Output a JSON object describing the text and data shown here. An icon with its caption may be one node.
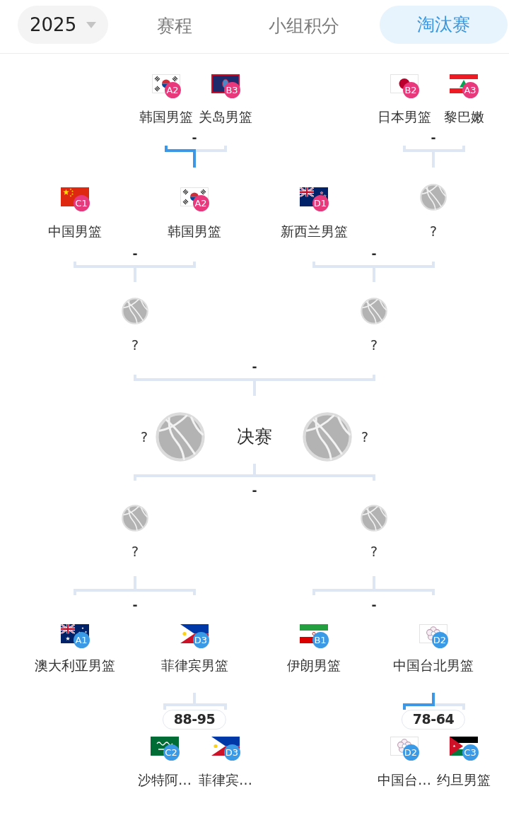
{
  "diagram": {
    "nodes": [
      {
        "text": [
          "A2",
          "韩国男篮"
        ]
      },
      {
        "text": [
          "B3",
          "关岛男篮"
        ]
      },
      {
        "text": [
          "B2",
          "日本男篮"
        ]
      },
      {
        "text": [
          "A3",
          "黎巴嫩"
        ]
      },
      {
        "text": [
          "C1",
          "中国男篮"
        ]
      },
      {
        "text": [
          "A2",
          "韩国男篮"
        ]
      },
      {
        "text": [
          "D1",
          "新西兰男篮"
        ]
      },
      {
        "text": [
          "?"
        ]
      },
      {
        "text": [
          "?"
        ]
      },
      {
        "text": [
          "?"
        ]
      },
      {
        "text": [
          "?"
        ]
      },
      {
        "text": [
          "决赛"
        ]
      },
      {
        "text": [
          "?"
        ]
      },
      {
        "text": [
          "?"
        ]
      },
      {
        "text": [
          "?"
        ]
      },
      {
        "text": [
          "A1",
          "澳大利亚男篮"
        ]
      },
      {
        "text": [
          "D3",
          "菲律宾男篮"
        ]
      },
      {
        "text": [
          "B1",
          "伊朗男篮"
        ]
      },
      {
        "text": [
          "D2",
          "中国台北男篮"
        ]
      },
      {
        "text": [
          "C2",
          "沙特阿…"
        ]
      },
      {
        "text": [
          "D3",
          "菲律宾…"
        ]
      },
      {
        "text": [
          "D2",
          "中国台…"
        ]
      },
      {
        "text": [
          "C3",
          "约旦男篮"
        ]
      }
    ],
    "edges": [
      {
        "from": 0,
        "to": 5,
        "arrow": "none",
        "label": "-",
        "color": "#3d97e4"
      },
      {
        "from": 1,
        "to": 5,
        "arrow": "none"
      },
      {
        "from": 2,
        "to": 7,
        "arrow": "none",
        "label": "-"
      },
      {
        "from": 3,
        "to": 7,
        "arrow": "none"
      },
      {
        "from": 4,
        "to": 8,
        "arrow": "none",
        "label": "-"
      },
      {
        "from": 5,
        "to": 8,
        "arrow": "none"
      },
      {
        "from": 6,
        "to": 9,
        "arrow": "none",
        "label": "-"
      },
      {
        "from": 7,
        "to": 9,
        "arrow": "none"
      },
      {
        "from": 8,
        "to": 11,
        "arrow": "none",
        "label": "-"
      },
      {
        "from": 9,
        "to": 11,
        "arrow": "none"
      },
      {
        "from": 13,
        "to": 11,
        "arrow": "none",
        "label": "-"
      },
      {
        "from": 14,
        "to": 11,
        "arrow": "none"
      },
      {
        "from": 15,
        "to": 13,
        "arrow": "none",
        "label": "-"
      },
      {
        "from": 16,
        "to": 13,
        "arrow": "none"
      },
      {
        "from": 17,
        "to": 14,
        "arrow": "none",
        "label": "-"
      },
      {
        "from": 18,
        "to": 14,
        "arrow": "none"
      },
      {
        "from": 19,
        "to": 16,
        "arrow": "none",
        "label": "88-95"
      },
      {
        "from": 20,
        "to": 16,
        "arrow": "none"
      },
      {
        "from": 21,
        "to": 18,
        "arrow": "none",
        "label": "78-64",
        "color": "#3d97e4"
      },
      {
        "from": 22,
        "to": 18,
        "arrow": "none"
      }
    ],
    "labels": [
      "2025",
      "赛程",
      "小组积分",
      "淘汰赛"
    ]
  }
}
